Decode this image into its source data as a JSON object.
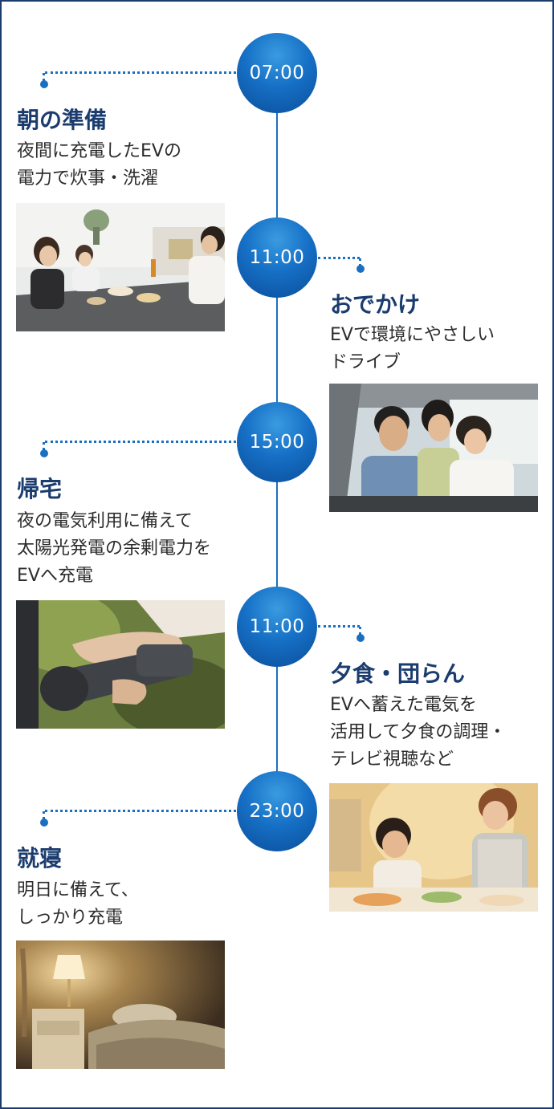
{
  "colors": {
    "accent": "#1a6fc0",
    "title": "#1b3c6e",
    "border": "#1b3c6e"
  },
  "timeline": [
    {
      "time": "07:00",
      "title": "朝の準備",
      "description": "夜間に充電したEVの\n電力で炊事・洗濯",
      "side": "left"
    },
    {
      "time": "11:00",
      "title": "おでかけ",
      "description": "EVで環境にやさしい\nドライブ",
      "side": "right"
    },
    {
      "time": "15:00",
      "title": "帰宅",
      "description": "夜の電気利用に備えて\n太陽光発電の余剰電力を\nEVへ充電",
      "side": "left"
    },
    {
      "time": "11:00",
      "title": "夕食・団らん",
      "description": "EVへ蓄えた電気を\n活用して夕食の調理・\nテレビ視聴など",
      "side": "right"
    },
    {
      "time": "23:00",
      "title": "就寝",
      "description": "明日に備えて、\nしっかり充電",
      "side": "left"
    }
  ]
}
